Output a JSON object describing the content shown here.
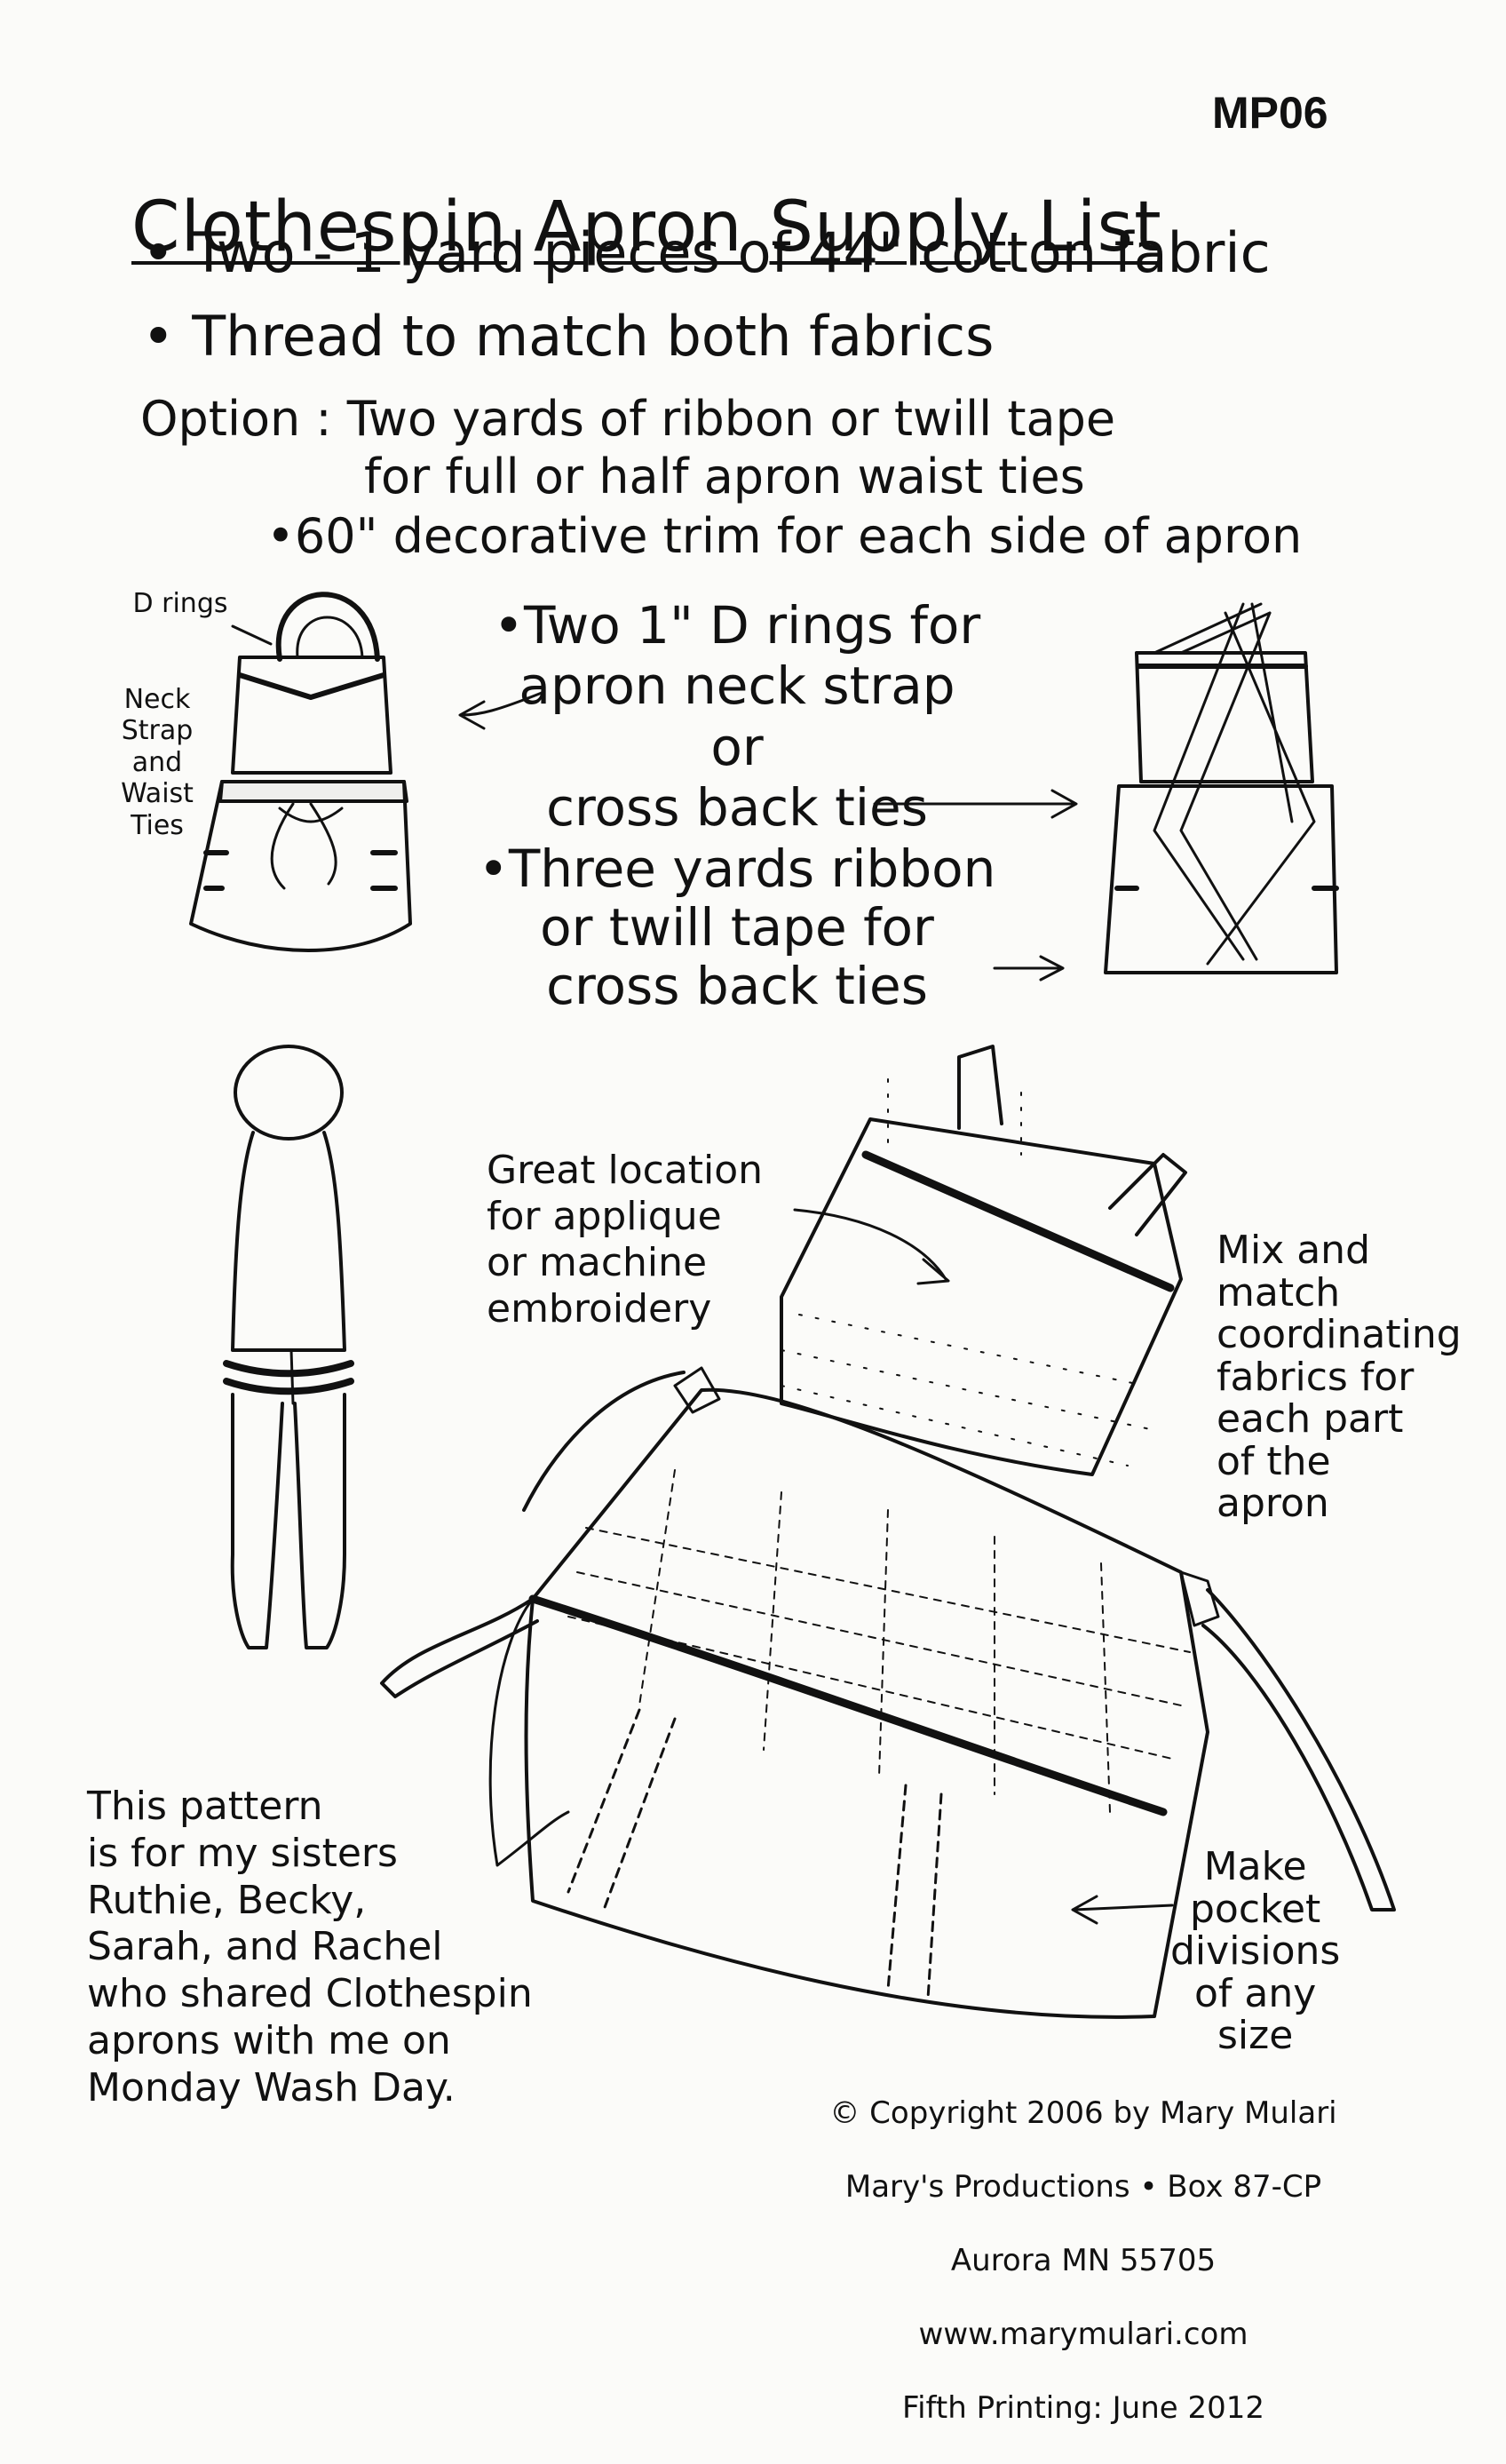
{
  "code": "MP06",
  "title": [
    "Clothespin",
    "Apron",
    "Supply",
    "List"
  ],
  "supplies": [
    "• Two - 1 yard pieces of 44\" cotton fabric",
    "• Thread to match both fabrics"
  ],
  "option": {
    "line1": "Option : Two yards of ribbon or twill tape",
    "line2": "for full or half apron waist ties",
    "line3": "•60\" decorative trim for each side of apron"
  },
  "left_labels": {
    "drings": "D rings",
    "neck": "Neck\nStrap\nand\nWaist\nTies"
  },
  "middle": {
    "drings": "•Two 1\" D rings for\napron neck strap\nor\ncross back ties",
    "ribbon": "•Three yards ribbon\nor twill tape for\ncross back ties"
  },
  "annotations": {
    "applique": "Great location\nfor applique\nor machine\nembroidery",
    "mix": "Mix and\nmatch\ncoordinating\nfabrics for\neach part\nof the\napron",
    "pocket": "Make\npocket\ndivisions\nof any\nsize"
  },
  "sisters": "This pattern\nis for my sisters\nRuthie, Becky,\nSarah, and Rachel\nwho shared Clothespin\naprons with me on\nMonday Wash Day.",
  "copyright": [
    "© Copyright 2006 by Mary Mulari",
    "Mary's Productions • Box 87-CP",
    "Aurora MN 55705",
    "www.marymulari.com",
    "Fifth Printing: June 2012"
  ]
}
